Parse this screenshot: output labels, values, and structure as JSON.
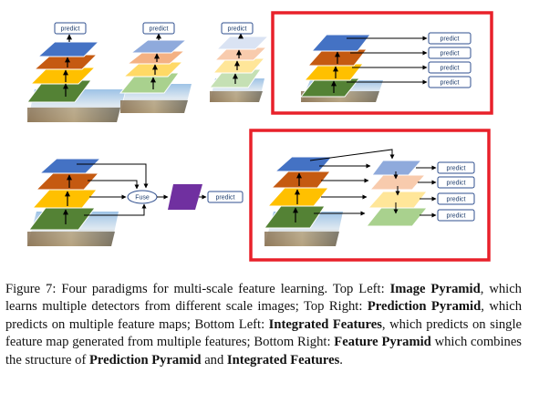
{
  "figure": {
    "predict_label": "predict",
    "fuse_label": "Fuse"
  },
  "caption": {
    "lead": "Figure 7: Four paradigms for multi-scale feature learning. Top Left: ",
    "image_pyramid": "Image Pyramid",
    "t1": ", which learns multiple detectors from different scale images; Top Right: ",
    "prediction_pyramid": "Prediction Pyramid",
    "t2": ", which predicts on multiple feature maps; Bottom Left: ",
    "integrated_features": "Integrated Features",
    "t3": ", which predicts on single feature map generated from multiple features; Bottom Right: ",
    "feature_pyramid": "Feature Pyramid",
    "t4": " which combines the structure of ",
    "prediction_pyramid_2": "Prediction Pyramid",
    "t5": " and ",
    "integrated_features_2": "Integrated Features",
    "t6": "."
  },
  "colors": {
    "highlight_border": "#e8212a",
    "blue": "#4472c4",
    "orange": "#c55a11",
    "yellow": "#ffc000",
    "green": "#548235",
    "fused": "#7030a0",
    "box_border": "#2f4f8f"
  }
}
